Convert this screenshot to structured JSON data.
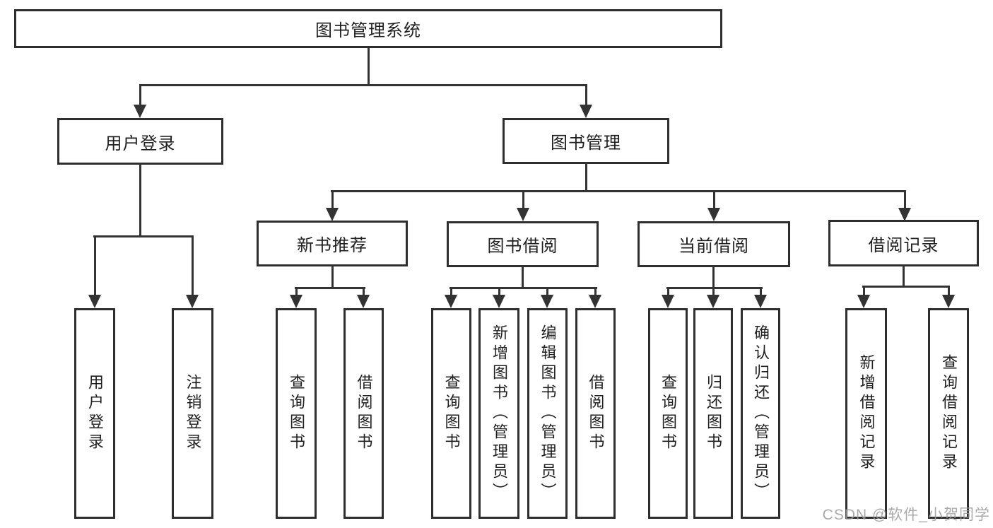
{
  "tree": {
    "root": {
      "label": "图书管理系统"
    },
    "branches": [
      {
        "label": "用户登录",
        "children": [
          {
            "label": "用户登录"
          },
          {
            "label": "注销登录"
          }
        ]
      },
      {
        "label": "图书管理",
        "children": [
          {
            "label": "新书推荐",
            "children": [
              {
                "label": "查询图书"
              },
              {
                "label": "借阅图书"
              }
            ]
          },
          {
            "label": "图书借阅",
            "children": [
              {
                "label": "查询图书"
              },
              {
                "label": "新增图书（管理员）"
              },
              {
                "label": "编辑图书（管理员）"
              },
              {
                "label": "借阅图书"
              }
            ]
          },
          {
            "label": "当前借阅",
            "children": [
              {
                "label": "查询图书"
              },
              {
                "label": "归还图书"
              },
              {
                "label": "确认归还（管理员）"
              }
            ]
          },
          {
            "label": "借阅记录",
            "children": [
              {
                "label": "新增借阅记录"
              },
              {
                "label": "查询借阅记录"
              }
            ]
          }
        ]
      }
    ]
  },
  "watermark": {
    "text": "CSDN @软件_小贺同学"
  },
  "colors": {
    "line": "#333333",
    "box_border": "#2e2e2e",
    "text": "#1f1f1f",
    "watermark": "#9b9b9b",
    "background": "#ffffff"
  }
}
